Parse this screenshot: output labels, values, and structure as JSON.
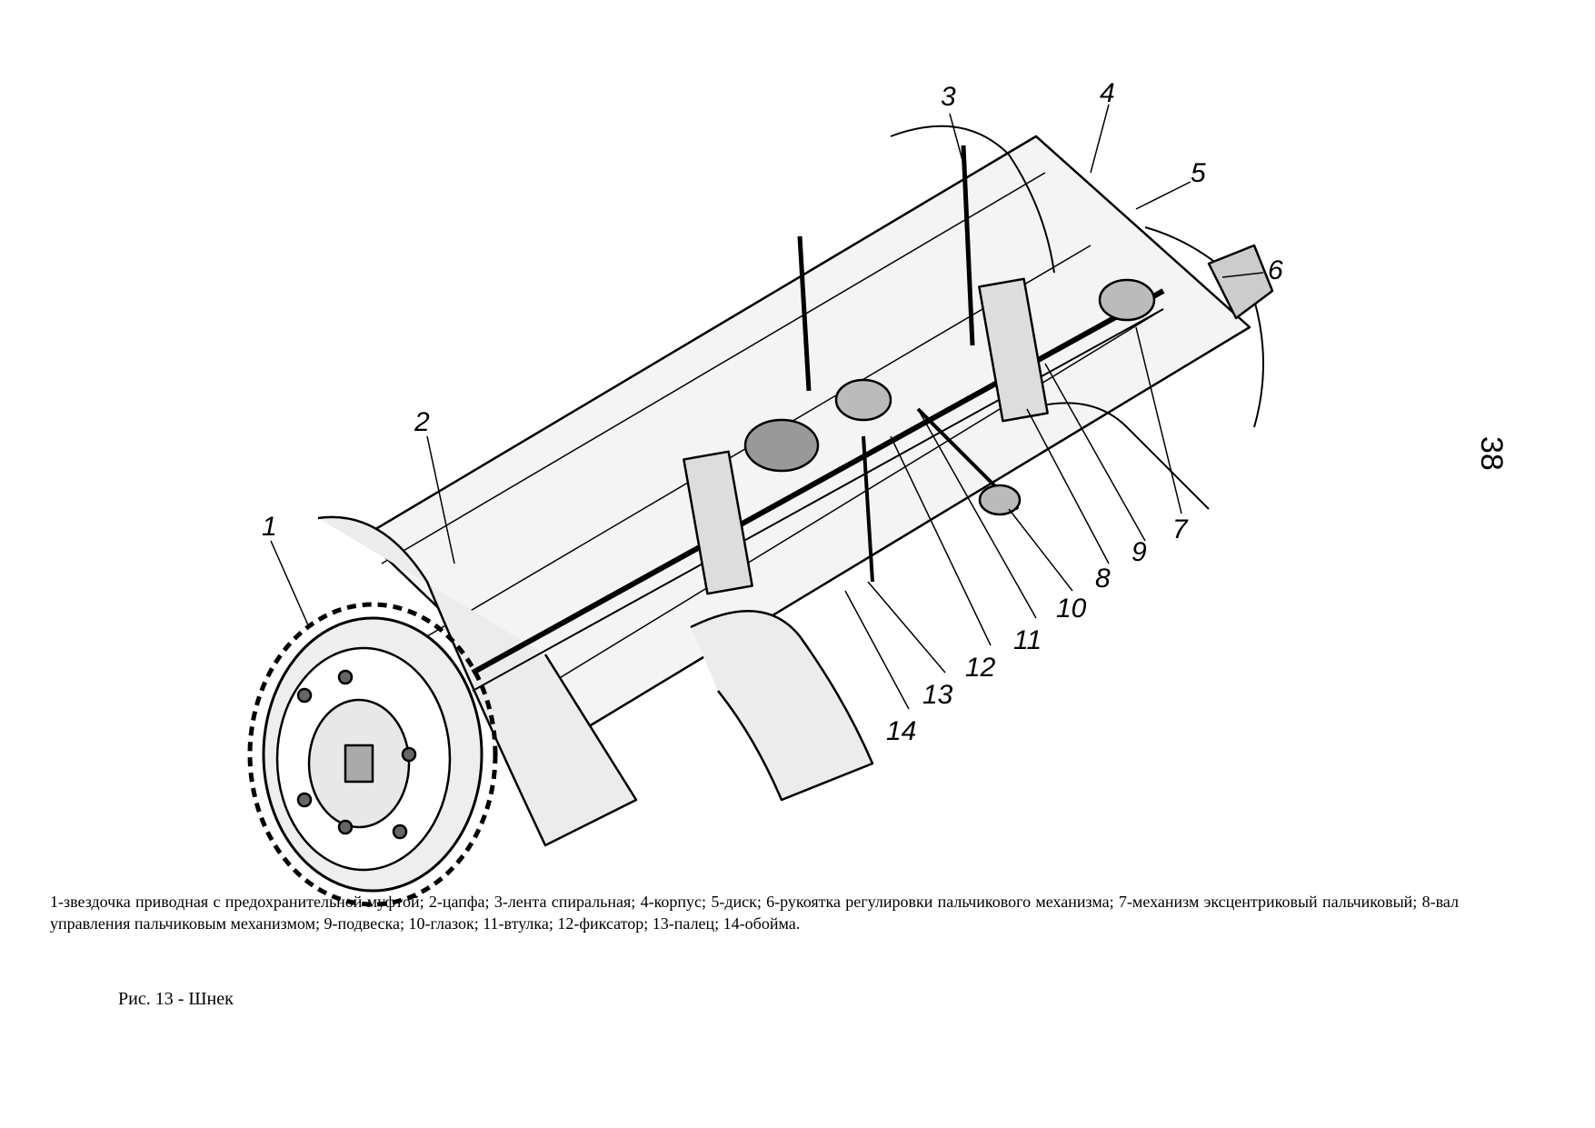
{
  "page_number": "38",
  "callouts": [
    "1",
    "2",
    "3",
    "4",
    "5",
    "6",
    "7",
    "8",
    "9",
    "10",
    "11",
    "12",
    "13",
    "14"
  ],
  "caption": "1-звездочка приводная с предохранительной муфтой; 2-цапфа; 3-лента спиральная; 4-корпус; 5-диск; 6-рукоятка регулировки пальчикового механизма; 7-механизм эксцентриковый пальчиковый; 8-вал управления пальчиковым механизмом; 9-подвеска; 10-глазок; 11-втулка; 12-фиксатор; 13-палец; 14-обойма.",
  "figure_title": "Рис. 13 - Шнек"
}
